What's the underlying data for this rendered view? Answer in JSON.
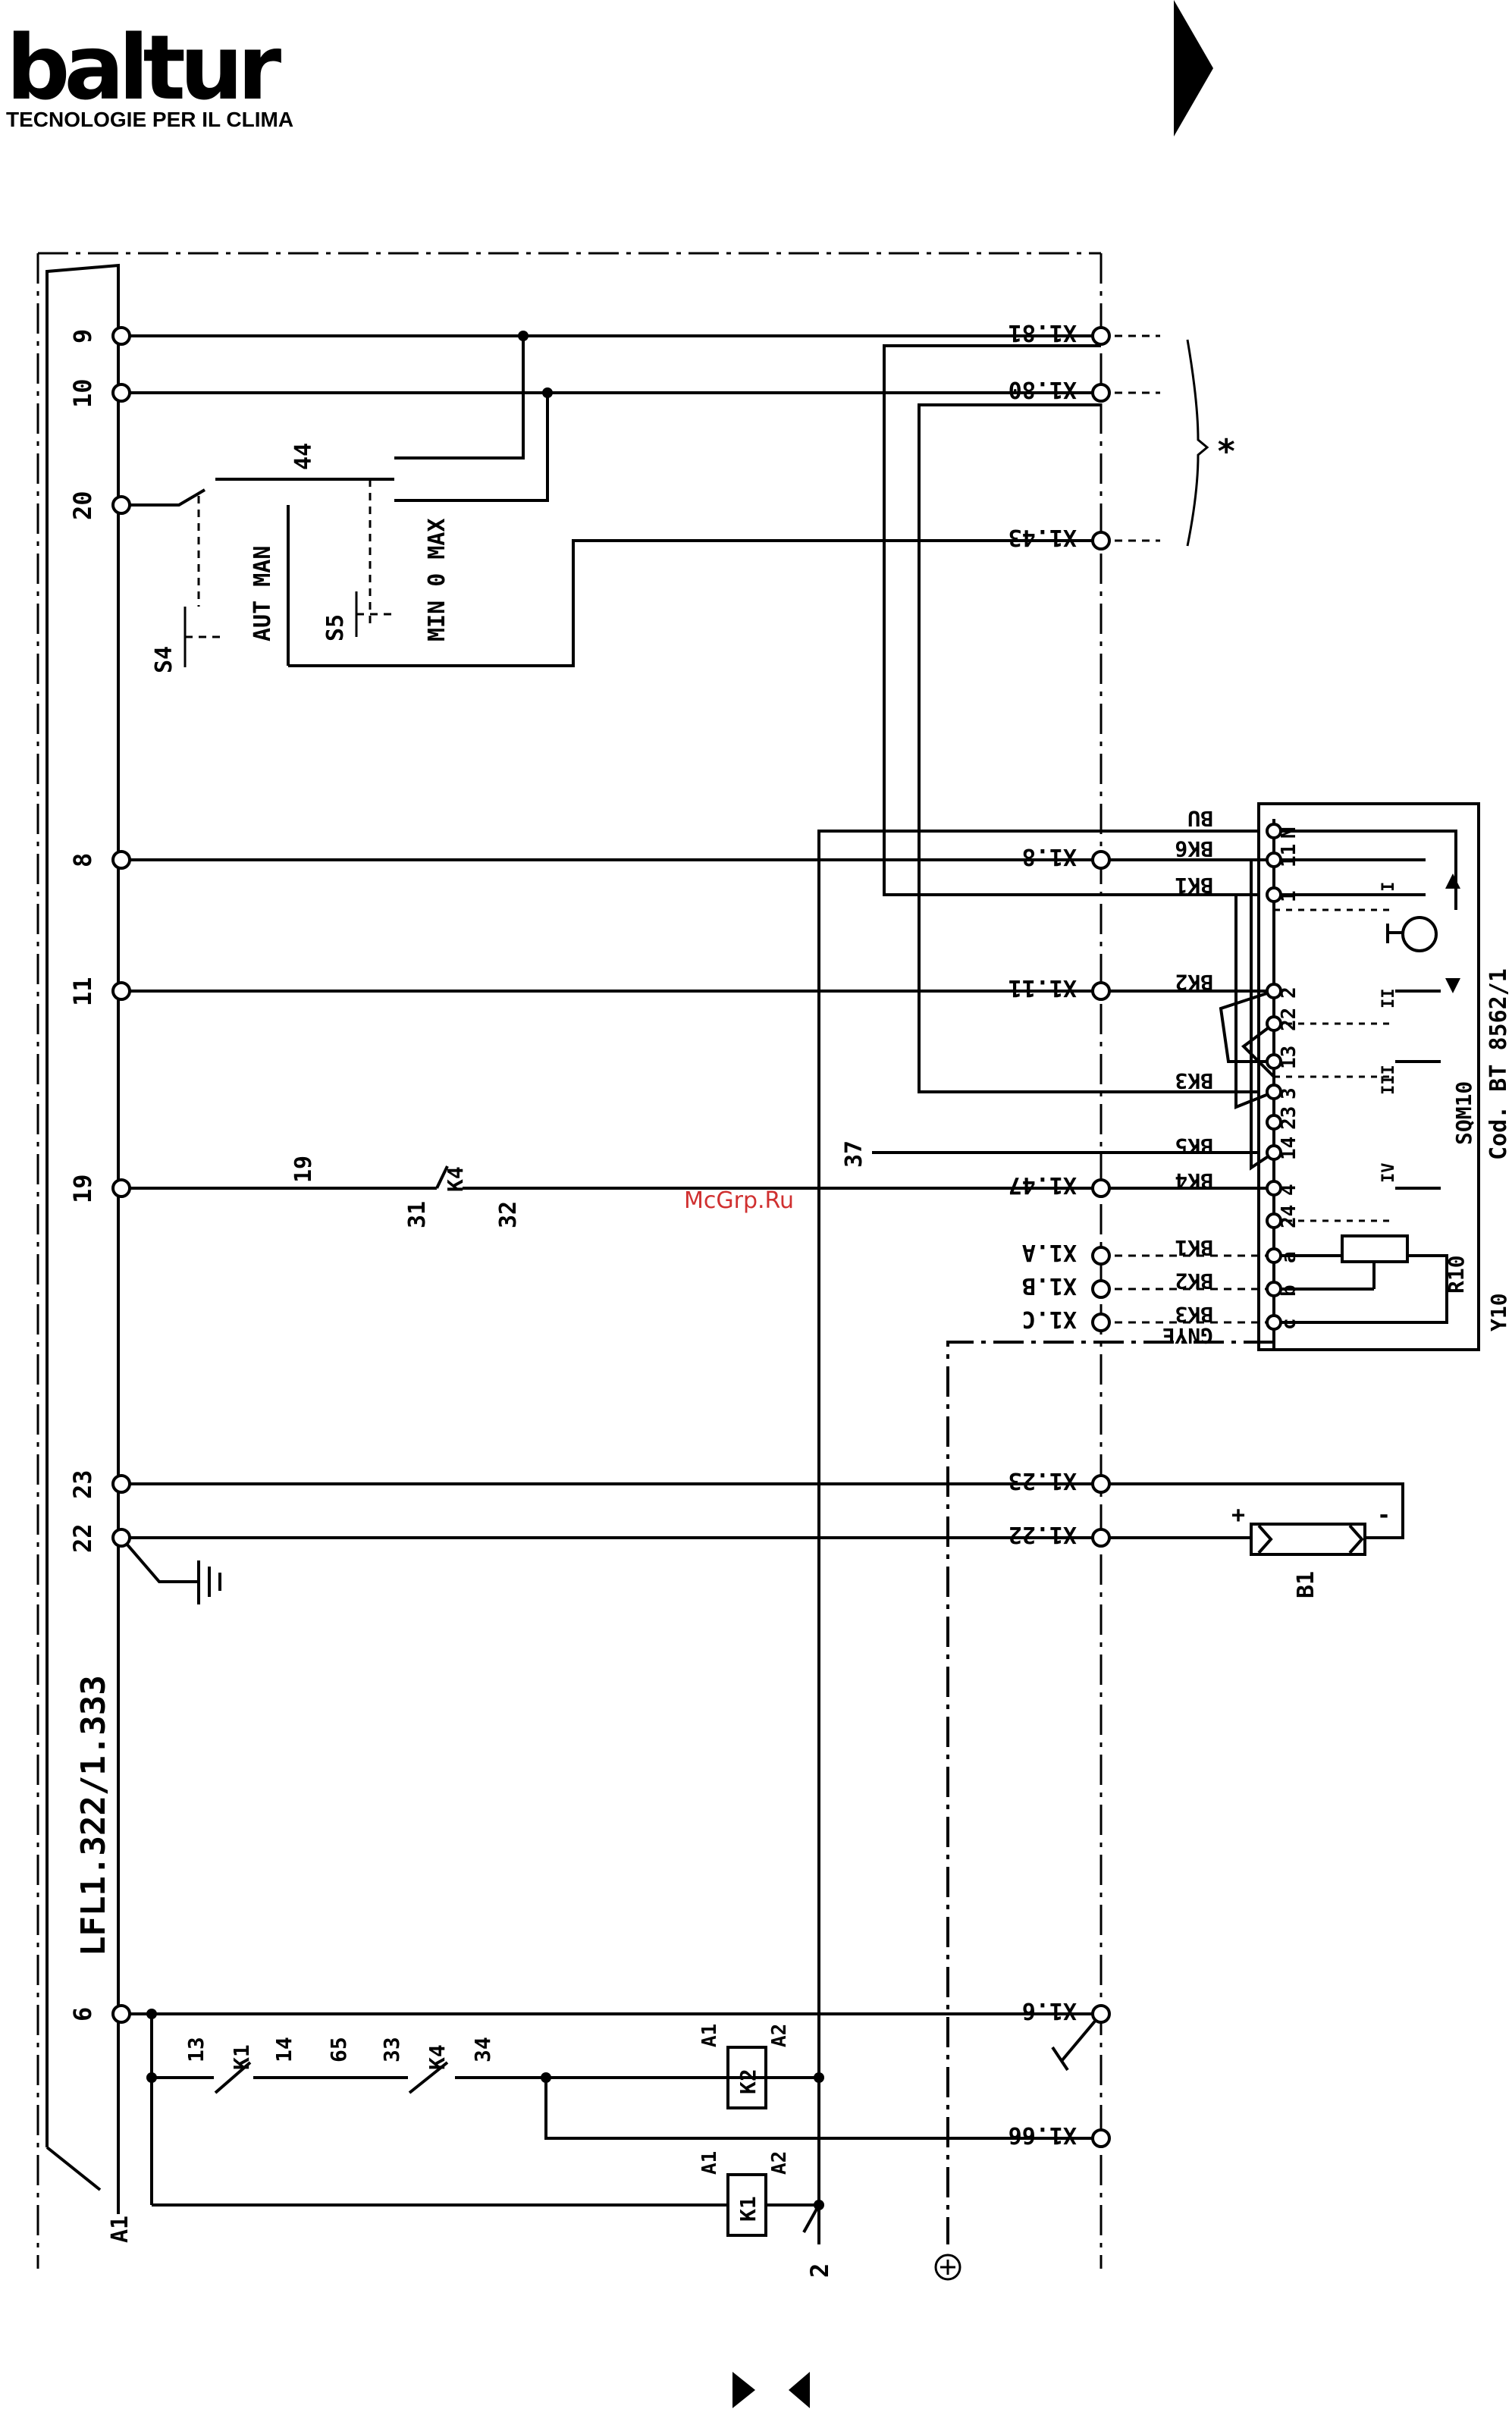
{
  "brand": {
    "logo": "baltur",
    "tagline": "TECNOLOGIE PER IL CLIMA"
  },
  "watermark": "McGrp.Ru",
  "nav_icons": [
    "triangle-right-icon",
    "triangle-right-icon",
    "triangle-left-icon"
  ],
  "diagram": {
    "controller_label": "LFL1.322/1.333",
    "controller_ref": "A1",
    "left_terminals": [
      {
        "id": "t9",
        "label": "9"
      },
      {
        "id": "t10",
        "label": "10"
      },
      {
        "id": "t20",
        "label": "20"
      },
      {
        "id": "t8",
        "label": "8"
      },
      {
        "id": "t11",
        "label": "11"
      },
      {
        "id": "t19",
        "label": "19"
      },
      {
        "id": "t23",
        "label": "23"
      },
      {
        "id": "t22",
        "label": "22"
      },
      {
        "id": "t6",
        "label": "6"
      }
    ],
    "x1_terminals": [
      {
        "id": "x181",
        "label": "X1.81"
      },
      {
        "id": "x180",
        "label": "X1.80"
      },
      {
        "id": "x143",
        "label": "X1.43"
      },
      {
        "id": "x18",
        "label": "X1.8"
      },
      {
        "id": "x111",
        "label": "X1.11"
      },
      {
        "id": "x147",
        "label": "X1.47"
      },
      {
        "id": "x1a",
        "label": "X1.A"
      },
      {
        "id": "x1b",
        "label": "X1.B"
      },
      {
        "id": "x1c",
        "label": "X1.C"
      },
      {
        "id": "x123",
        "label": "X1.23"
      },
      {
        "id": "x122",
        "label": "X1.22"
      },
      {
        "id": "x16",
        "label": "X1.6"
      },
      {
        "id": "x166",
        "label": "X1.66"
      }
    ],
    "wire_colors": [
      "BU",
      "BK6",
      "BK1",
      "BK2",
      "BK3",
      "BK5",
      "BK4",
      "BK1",
      "BK2",
      "BK3",
      "GNYE"
    ],
    "sqm_terminals": [
      "N",
      "11",
      "1",
      "2",
      "22",
      "13",
      "3",
      "23",
      "14",
      "4",
      "24",
      "a",
      "b",
      "c"
    ],
    "sqm_switches": [
      "I",
      "II",
      "III",
      "IV"
    ],
    "switches": {
      "s4": "S4",
      "s4_positions": "AUT MAN",
      "s5": "S5",
      "s5_positions": "MIN 0 MAX",
      "s5_contact": "44"
    },
    "k4_contact": {
      "wire": "19",
      "a": "31",
      "b": "32",
      "relay": "K4"
    },
    "wire_37": "37",
    "asterisk": "*",
    "servomotor": {
      "ref": "SQM10",
      "code": "Cod. BT 8562/1",
      "pot_ref": "R10",
      "valve_ref": "Y10"
    },
    "b1": {
      "ref": "B1",
      "plus": "+",
      "minus": "-"
    },
    "relays": {
      "k1_contact": {
        "a": "13",
        "relay": "K1",
        "b": "14"
      },
      "k4_contact": {
        "a": "65",
        "b": "33",
        "relay": "K4",
        "c": "34"
      },
      "k2_coil": {
        "a1": "A1",
        "ref": "K2",
        "a2": "A2"
      },
      "k1_coil": {
        "a1": "A1",
        "ref": "K1",
        "a2": "A2"
      }
    },
    "bottom_ref": "2"
  }
}
